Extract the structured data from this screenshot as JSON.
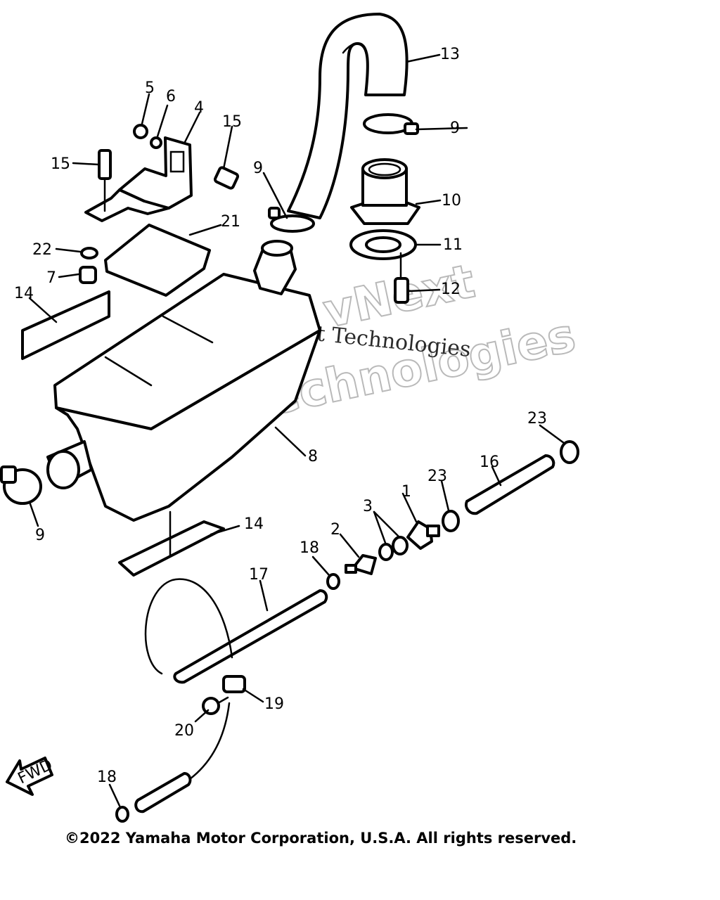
{
  "callouts": {
    "c1": "1",
    "c2": "2",
    "c3": "3",
    "c4": "4",
    "c5": "5",
    "c6": "6",
    "c7": "7",
    "c8": "8",
    "c9a": "9",
    "c9b": "9",
    "c9c": "9",
    "c10": "10",
    "c11": "11",
    "c12": "12",
    "c13": "13",
    "c14a": "14",
    "c14b": "14",
    "c15a": "15",
    "c15b": "15",
    "c16": "16",
    "c17": "17",
    "c18a": "18",
    "c18b": "18",
    "c19": "19",
    "c20": "20",
    "c21": "21",
    "c22": "22",
    "c23a": "23",
    "c23b": "23"
  },
  "fwd_label": "FWD",
  "watermark": {
    "line1": "vNext",
    "line2": "Technologies",
    "serif_line": "vNext Technologies"
  },
  "copyright": "©2022 Yamaha Motor Corporation, U.S.A. All rights reserved."
}
